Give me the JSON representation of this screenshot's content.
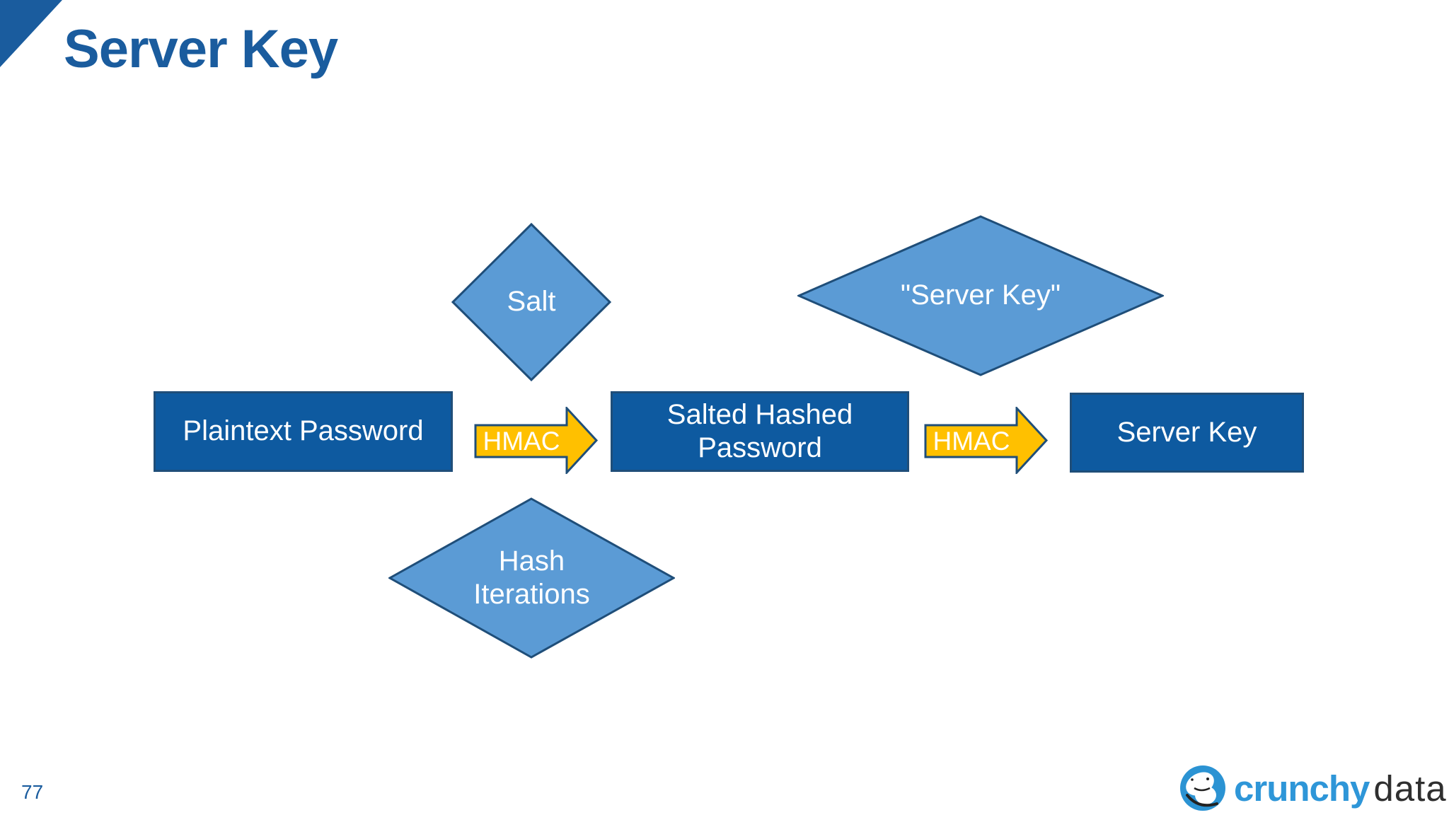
{
  "slide": {
    "title": "Server Key"
  },
  "diagram": {
    "boxes": [
      {
        "label": "Plaintext Password"
      },
      {
        "label": "Salted Hashed Password"
      },
      {
        "label": "Server Key"
      }
    ],
    "diamonds": [
      {
        "label": "Salt"
      },
      {
        "label": "\"Server Key\""
      },
      {
        "label": "Hash Iterations"
      }
    ],
    "arrows": [
      {
        "label": "HMAC"
      },
      {
        "label": "HMAC"
      }
    ]
  },
  "footer": {
    "page_number": "77"
  },
  "logo": {
    "brand": "crunchy",
    "brand_suffix": "data",
    "icon": "hippo-in-blue-circle"
  },
  "colors": {
    "title_blue": "#1A5C9E",
    "box_fill": "#0E5AA0",
    "diamond_fill": "#5B9BD5",
    "shape_border": "#1F4E79",
    "arrow_fill": "#FFC000",
    "logo_brand_blue": "#2E96D8",
    "logo_suffix_dark": "#2F2F2F"
  }
}
